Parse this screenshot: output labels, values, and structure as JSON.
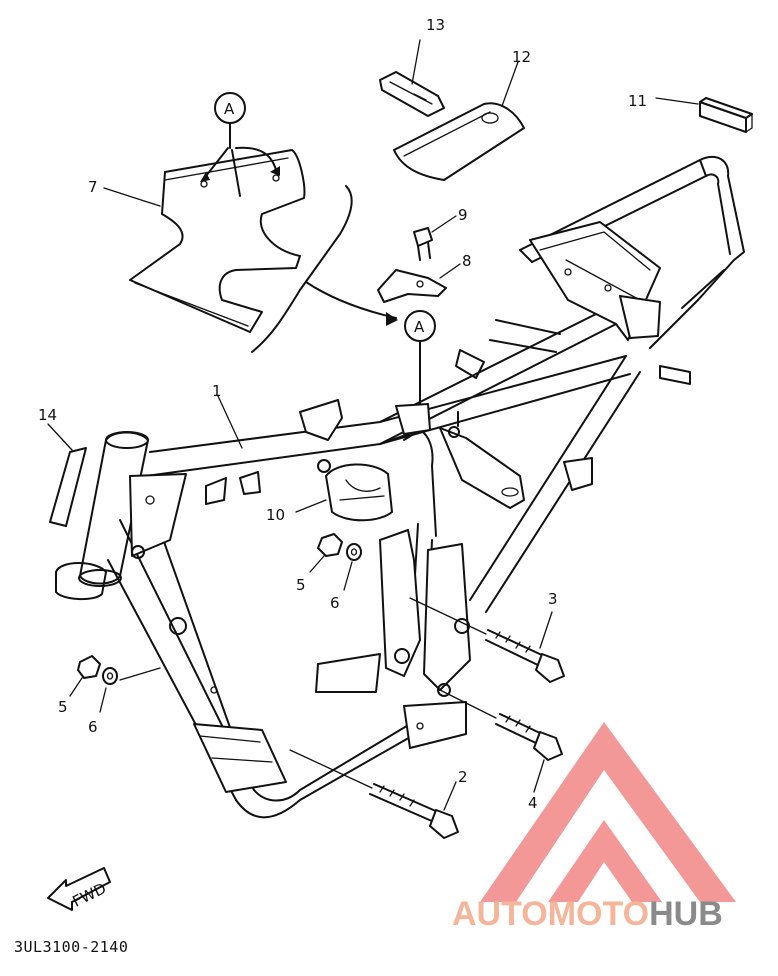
{
  "diagram_code": "3UL3100-2140",
  "fwd_label": "FWD",
  "reference_mark": "A",
  "callouts": [
    "1",
    "2",
    "3",
    "4",
    "5",
    "6",
    "7",
    "8",
    "9",
    "10",
    "11",
    "12",
    "13",
    "14",
    "5",
    "6"
  ],
  "watermark": {
    "part1": "AUTO",
    "part2": "MOTO",
    "part3": "HUB",
    "color1": "#f5b59a",
    "color2": "#f5b59a",
    "color3": "#8a8a8a",
    "logo_color": "#f07b7b"
  },
  "ink_color": "#111111"
}
